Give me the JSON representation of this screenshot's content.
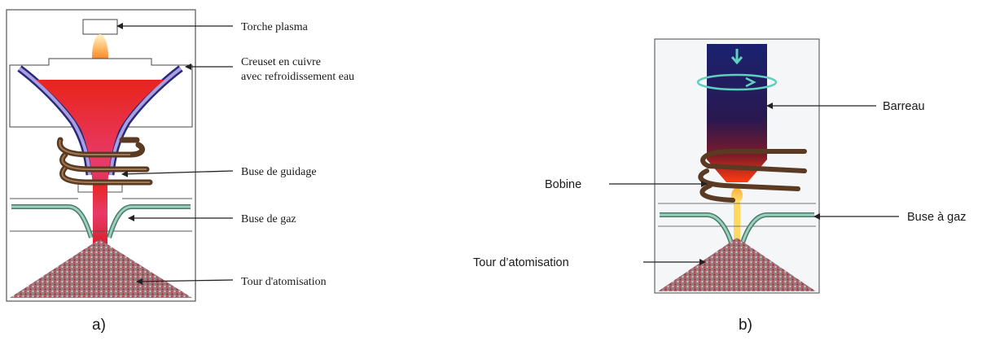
{
  "figure_a": {
    "caption": "a)",
    "labels": {
      "torch": "Torche plasma",
      "crucible_line1": "Creuset en cuivre",
      "crucible_line2": "avec refroidissement eau",
      "guide_nozzle": "Buse de guidage",
      "gas_nozzle": "Buse de gaz",
      "tower": "Tour d'atomisation"
    }
  },
  "figure_b": {
    "caption": "b)",
    "labels": {
      "bar": "Barreau",
      "coil": "Bobine",
      "gas_nozzle": "Buse à gaz",
      "tower": "Tour d’atomisation"
    }
  },
  "colors": {
    "melt_red": "#e8241a",
    "coil_brown": "#6b4a32",
    "bar_navy": "#1a1f6b",
    "nozzle_teal": "#7fb8a8",
    "crucible_purple": "#5a4fa0"
  }
}
